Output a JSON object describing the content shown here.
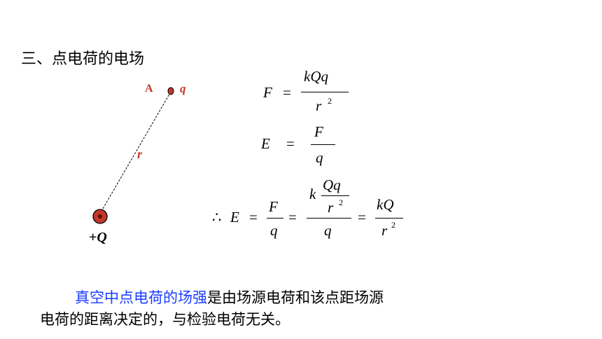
{
  "heading": "三、点电荷的电场",
  "diagram": {
    "point_label": "A",
    "test_charge": "q",
    "distance": "r",
    "source_charge_sign": "+",
    "source_charge_symbol": "Q",
    "colors": {
      "label": "#c0392b",
      "charge_fill": "#c0392b"
    }
  },
  "formulas": {
    "f1": {
      "lhs": "F",
      "eq": "=",
      "num": "kQq",
      "den": "r",
      "exp": "2"
    },
    "f2": {
      "lhs": "E",
      "eq": "=",
      "num": "F",
      "den": "q"
    },
    "f3": {
      "therefore": "∴",
      "lhs": "E",
      "eq": "=",
      "a_num": "F",
      "a_den": "q",
      "b_k": "k",
      "b_inner_num": "Qq",
      "b_inner_den": "r",
      "b_inner_exp": "2",
      "b_den": "q",
      "c_num": "kQ",
      "c_den": "r",
      "c_exp": "2"
    }
  },
  "paragraph": {
    "highlight": "真空中点电荷的场强",
    "rest_line1": "是由场源电荷和该点距场源",
    "line2": "电荷的距离决定的，与检验电荷无关。",
    "highlight_color": "#1a3cff"
  }
}
